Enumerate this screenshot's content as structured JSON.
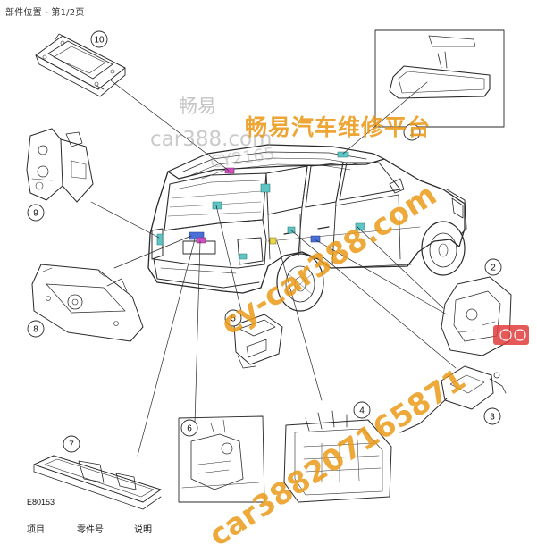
{
  "header": {
    "text": "部件位置 - 第1/2页"
  },
  "figure": {
    "code": "E80153",
    "callouts": [
      {
        "label": "10"
      },
      {
        "label": "9"
      },
      {
        "label": "8"
      },
      {
        "label": "7"
      },
      {
        "label": "6"
      },
      {
        "label": "5"
      },
      {
        "label": "4"
      },
      {
        "label": "3"
      },
      {
        "label": "2"
      },
      {
        "label": "1"
      }
    ]
  },
  "watermarks": {
    "brand_cn": "畅易汽车维修平台",
    "gray_cn": "畅易",
    "gray_site": "car388.com",
    "gray_id": "CY2165",
    "diagonal_site": "cy-car388.com",
    "bottom_phone": "car388207165871"
  },
  "footer": {
    "col1": "项目",
    "col2": "零件号",
    "col3": "说明"
  },
  "colors": {
    "line": "#2a2a2a",
    "highlight_teal": "#5ec4c4",
    "highlight_blue": "#4a6fd8",
    "highlight_magenta": "#d050c0",
    "highlight_yellow": "#e6d84a",
    "watermark_orange": "#eb9a19"
  }
}
